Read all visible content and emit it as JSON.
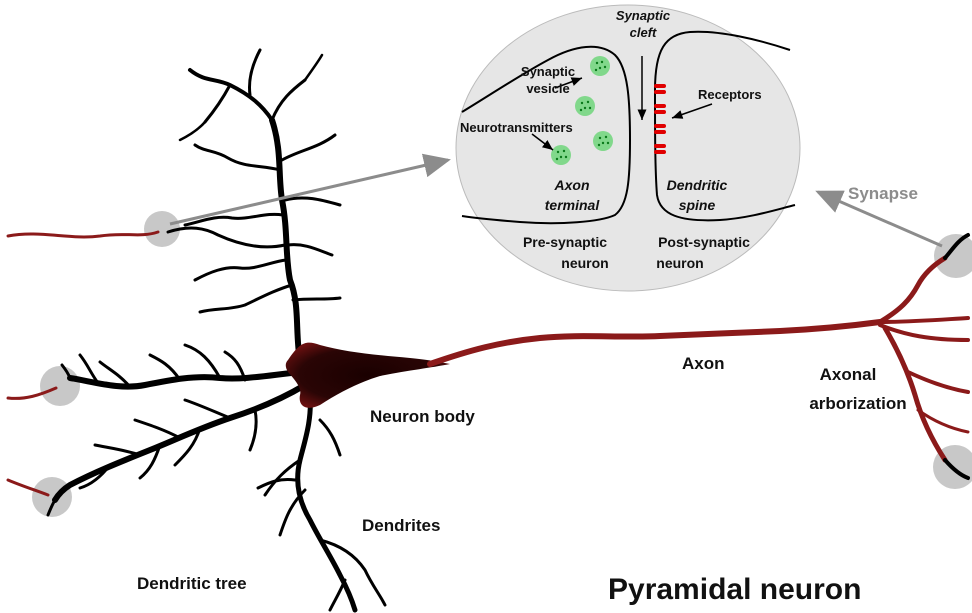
{
  "title": "Pyramidal neuron",
  "labels": {
    "synaptic_cleft_1": "Synaptic",
    "synaptic_cleft_2": "cleft",
    "synaptic_vesicle_1": "Synaptic",
    "synaptic_vesicle_2": "vesicle",
    "neurotransmitters": "Neurotransmitters",
    "receptors": "Receptors",
    "axon_terminal_1": "Axon",
    "axon_terminal_2": "terminal",
    "dendritic_spine_1": "Dendritic",
    "dendritic_spine_2": "spine",
    "pre_synaptic_1": "Pre-synaptic",
    "pre_synaptic_2": "neuron",
    "post_synaptic_1": "Post-synaptic",
    "post_synaptic_2": "neuron",
    "synapse": "Synapse",
    "axon": "Axon",
    "axonal_arbor_1": "Axonal",
    "axonal_arbor_2": "arborization",
    "neuron_body": "Neuron body",
    "dendrites": "Dendrites",
    "dendritic_tree": "Dendritic tree"
  },
  "colors": {
    "dendrite": "#000000",
    "axon": "#8b1a1a",
    "synapse_circle": "#c8c8c8",
    "inset_bg": "#e6e6e6",
    "vesicle": "#2ecc40",
    "receptor": "#e00000",
    "arrow_gray": "#8c8c8c"
  }
}
